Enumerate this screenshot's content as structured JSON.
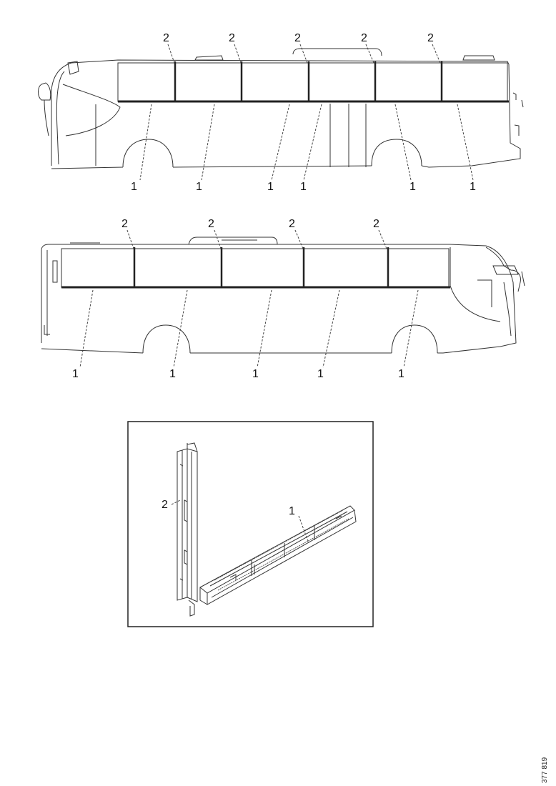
{
  "top_view": {
    "posts_label": "2",
    "rails_label": "1",
    "post_labels": [
      "2",
      "2",
      "2",
      "2",
      "2"
    ],
    "rail_labels": [
      "1",
      "1",
      "1",
      "1",
      "1",
      "1"
    ]
  },
  "bottom_view": {
    "post_labels": [
      "2",
      "2",
      "2",
      "2"
    ],
    "rail_labels": [
      "1",
      "1",
      "1",
      "1",
      "1"
    ]
  },
  "detail": {
    "post_label": "2",
    "rail_label": "1"
  },
  "document_ref": "377 819"
}
